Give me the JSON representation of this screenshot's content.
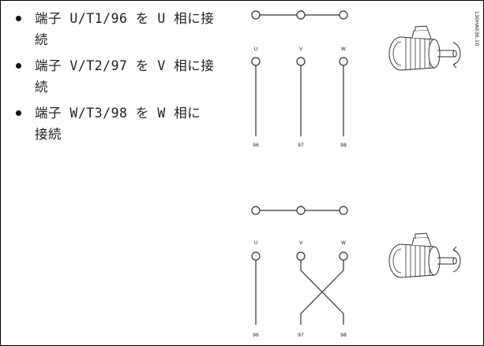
{
  "bullets": [
    {
      "line1": "端子 U/T1/96 を U 相に接",
      "line2": "続"
    },
    {
      "line1": "端子 V/T2/97 を V 相に接",
      "line2": "続"
    },
    {
      "line1": "端子 W/T3/98 を W 相に",
      "line2": "接続"
    }
  ],
  "diagram_top": {
    "phase_labels": [
      "U",
      "V",
      "W"
    ],
    "terminal_labels": [
      "96",
      "97",
      "98"
    ]
  },
  "diagram_bottom": {
    "phase_labels": [
      "U",
      "V",
      "W"
    ],
    "terminal_labels": [
      "96",
      "97",
      "98"
    ]
  },
  "figure_code": "130HA036.10",
  "colors": {
    "line": "#333333",
    "text": "#222222"
  }
}
